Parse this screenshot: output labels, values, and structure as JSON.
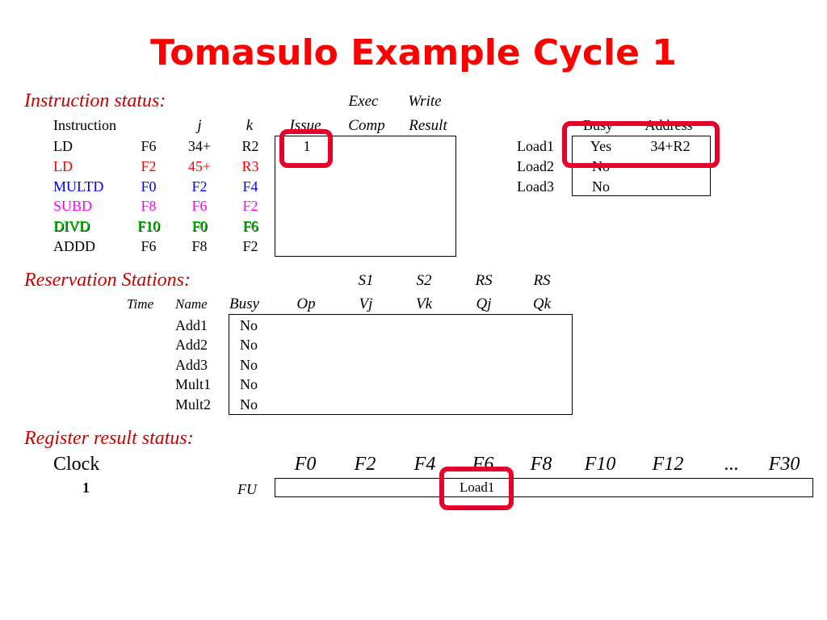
{
  "title": "Tomasulo Example Cycle 1",
  "colors": {
    "title": "#ff0000",
    "section": "#cc0000",
    "highlight": "#e8002a"
  },
  "instruction_status": {
    "label": "Instruction status:",
    "headers_top": {
      "exec": "Exec",
      "write": "Write"
    },
    "headers": {
      "instruction": "Instruction",
      "j": "j",
      "k": "k",
      "issue": "Issue",
      "comp": "Comp",
      "result": "Result"
    },
    "rows": [
      {
        "op": "LD",
        "dest": "F6",
        "j": "34+",
        "k": "R2",
        "issue": "1",
        "comp": "",
        "result": "",
        "color": "#000000"
      },
      {
        "op": "LD",
        "dest": "F2",
        "j": "45+",
        "k": "R3",
        "issue": "",
        "comp": "",
        "result": "",
        "color": "#ff0000"
      },
      {
        "op": "MULTD",
        "dest": "F0",
        "j": "F2",
        "k": "F4",
        "issue": "",
        "comp": "",
        "result": "",
        "color": "#0000ff"
      },
      {
        "op": "SUBD",
        "dest": "F8",
        "j": "F6",
        "k": "F2",
        "issue": "",
        "comp": "",
        "result": "",
        "color": "#ff00ff"
      },
      {
        "op": "DIVD",
        "dest": "F10",
        "j": "F0",
        "k": "F6",
        "issue": "",
        "comp": "",
        "result": "",
        "color": "#00c000"
      },
      {
        "op": "ADDD",
        "dest": "F6",
        "j": "F8",
        "k": "F2",
        "issue": "",
        "comp": "",
        "result": "",
        "color": "#000000"
      }
    ]
  },
  "load_buffers": {
    "headers": {
      "busy": "Busy",
      "address": "Address"
    },
    "rows": [
      {
        "name": "Load1",
        "busy": "Yes",
        "address": "34+R2"
      },
      {
        "name": "Load2",
        "busy": "No",
        "address": ""
      },
      {
        "name": "Load3",
        "busy": "No",
        "address": ""
      }
    ]
  },
  "reservation_stations": {
    "label": "Reservation Stations:",
    "headers_top": {
      "s1": "S1",
      "s2": "S2",
      "rs1": "RS",
      "rs2": "RS"
    },
    "headers": {
      "time": "Time",
      "name": "Name",
      "busy": "Busy",
      "op": "Op",
      "vj": "Vj",
      "vk": "Vk",
      "qj": "Qj",
      "qk": "Qk"
    },
    "rows": [
      {
        "name": "Add1",
        "busy": "No"
      },
      {
        "name": "Add2",
        "busy": "No"
      },
      {
        "name": "Add3",
        "busy": "No"
      },
      {
        "name": "Mult1",
        "busy": "No"
      },
      {
        "name": "Mult2",
        "busy": "No"
      }
    ]
  },
  "register_status": {
    "label": "Register result status:",
    "clock_label": "Clock",
    "clock_value": "1",
    "fu_label": "FU",
    "registers": [
      "F0",
      "F2",
      "F4",
      "F6",
      "F8",
      "F10",
      "F12",
      "...",
      "F30"
    ],
    "fu_values": [
      "",
      "",
      "",
      "Load1",
      "",
      "",
      "",
      "",
      ""
    ]
  }
}
